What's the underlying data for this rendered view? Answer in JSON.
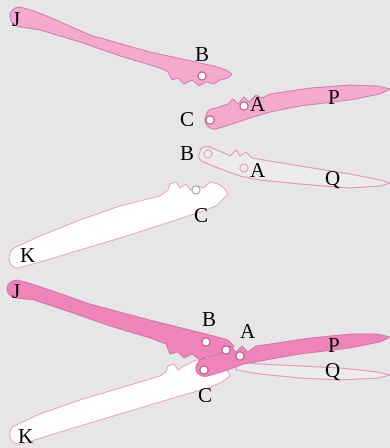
{
  "labels": {
    "j1": "J",
    "b1": "B",
    "c1": "C",
    "a1": "A",
    "p1": "P",
    "b2": "B",
    "a2": "A",
    "q1": "Q",
    "c2": "C",
    "k1": "K",
    "j2": "J",
    "b3": "B",
    "a3": "A",
    "p2": "P",
    "q2": "Q",
    "c3": "C",
    "k2": "K"
  },
  "colors": {
    "background": "#e6e6e6",
    "light_pink": "#f5a9cf",
    "dark_pink": "#ef84bb",
    "outline_pink": "#e98fbd",
    "white": "#ffffff"
  }
}
